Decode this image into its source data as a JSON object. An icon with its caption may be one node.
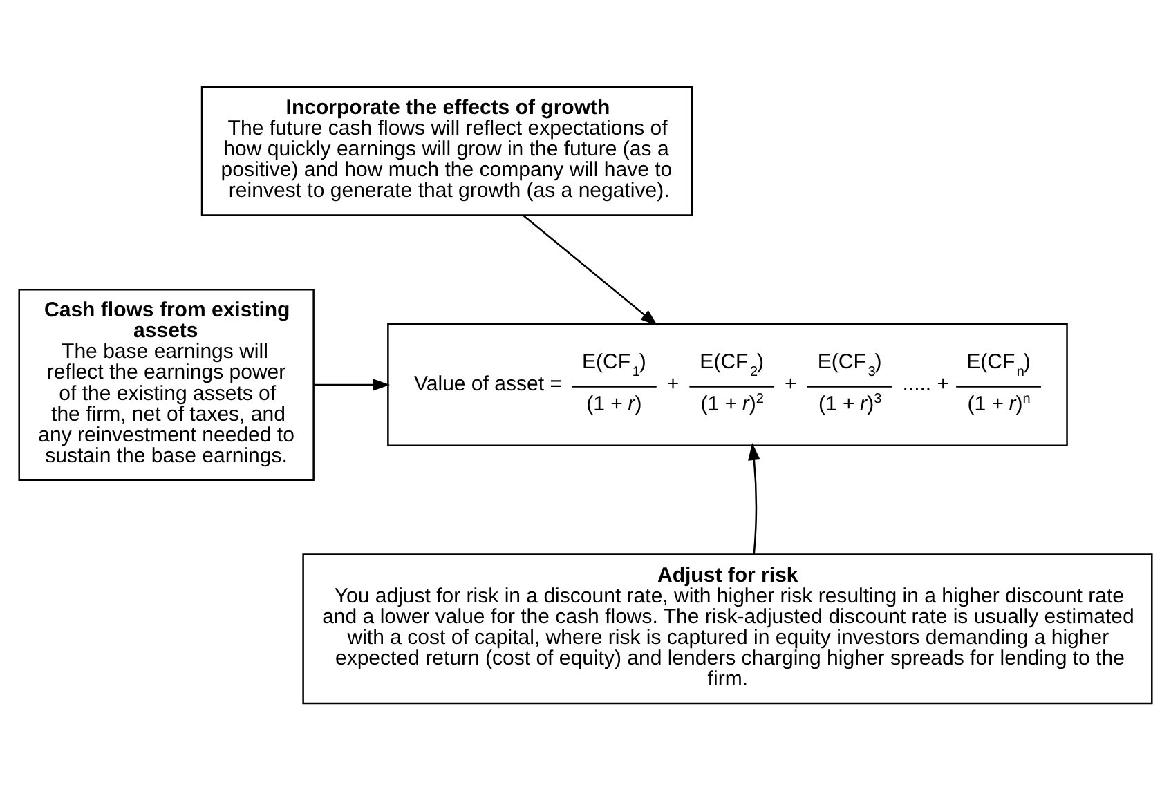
{
  "diagram": {
    "nodes": [
      {
        "text": [
          "Incorporate the effects of growth",
          "The future cash flows will reflect expectations of how quickly earnings will grow in the future (as a positive) and how much the company will have to reinvest to generate that growth (as a negative)."
        ]
      },
      {
        "text": [
          "Cash flows from existing assets",
          "The base earnings will reflect the earnings power of the existing assets of the firm, net of taxes, and any reinvestment needed to sustain the base earnings."
        ]
      },
      {
        "text": [
          "Value of asset =",
          "E(CF$_{1}$)",
          "(1 + *r*)",
          "+",
          "E(CF$_{2}$)",
          "(1 + *r*)$^{2}$",
          "+",
          "E(CF$_{3}$)",
          "(1 + *r*)$^{3}$",
          "..... +",
          "E(CF$_{n}$)",
          "(1 + *r*)$^{n}$"
        ]
      },
      {
        "text": [
          "Adjust for risk",
          "You adjust for risk in a discount rate, with higher risk resulting in a higher discount rate and a lower value for the cash flows. The risk-adjusted discount rate is usually estimated with a cost of capital, where risk is captured in equity investors demanding a higher expected return (cost of equity) and lenders charging higher spreads for lending to the firm."
        ]
      }
    ],
    "edges": [
      {
        "from": 0,
        "to": 2,
        "arrow": "to"
      },
      {
        "from": 1,
        "to": 2,
        "arrow": "to"
      },
      {
        "from": 3,
        "to": 2,
        "arrow": "to"
      }
    ]
  }
}
